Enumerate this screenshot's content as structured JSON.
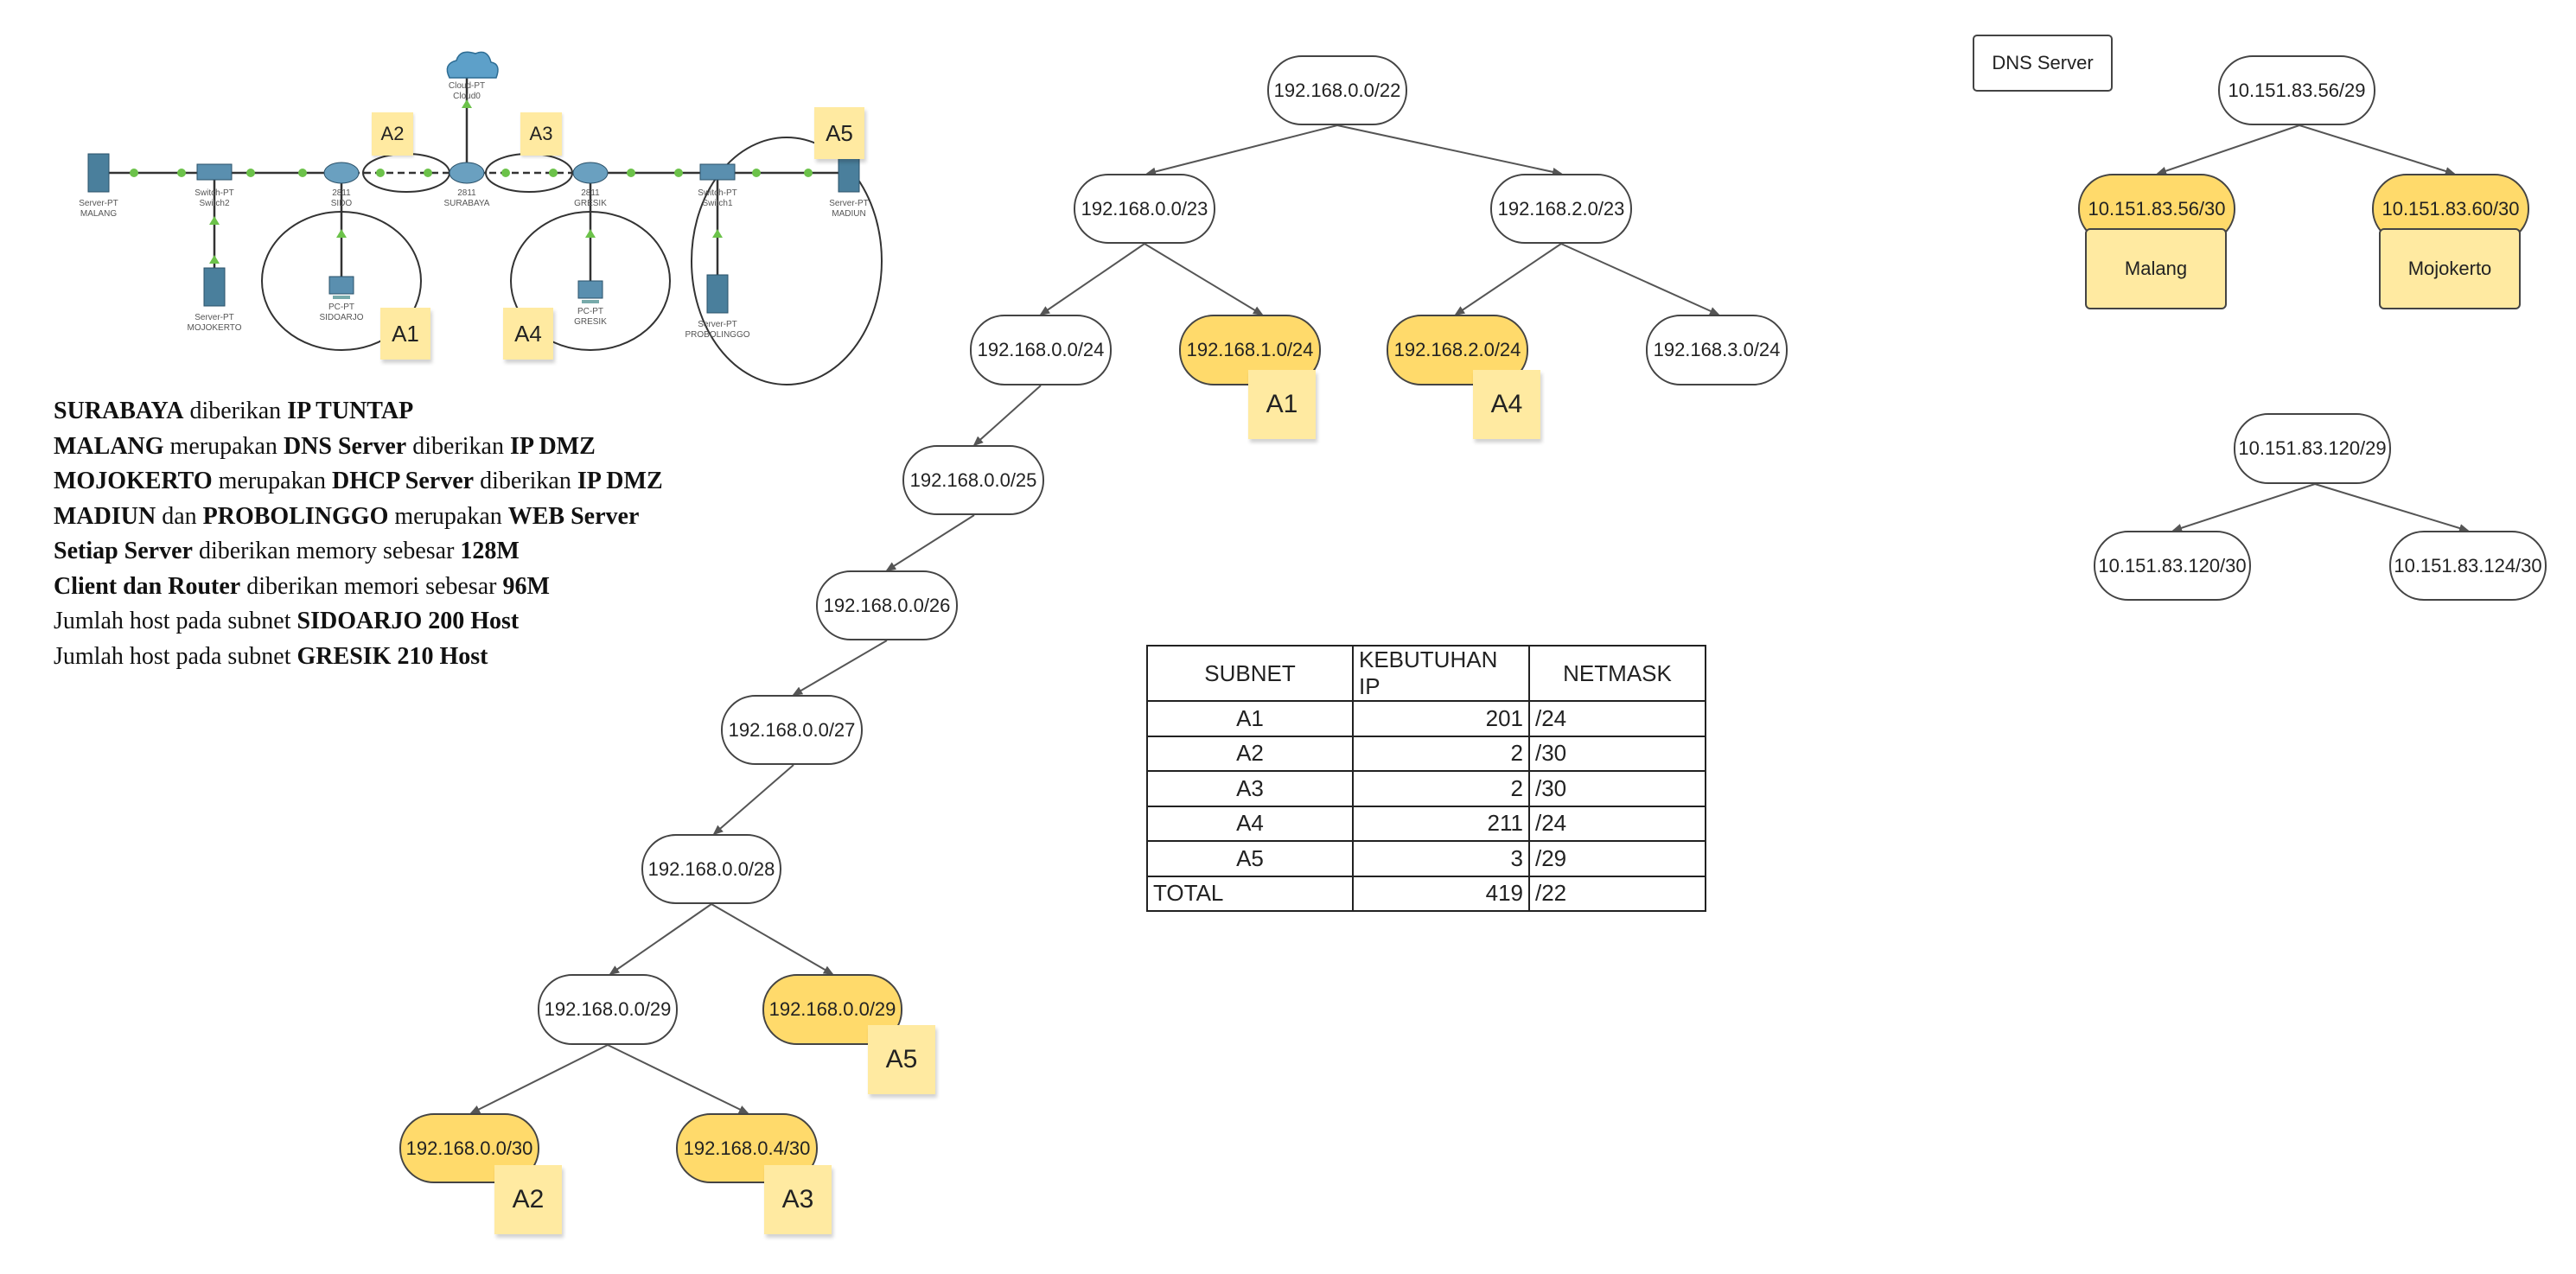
{
  "topology": {
    "devices": {
      "cloud": [
        "Cloud-PT",
        "Cloud0"
      ],
      "server_malang": [
        "Server-PT",
        "MALANG"
      ],
      "switch2": [
        "Switch-PT",
        "Switch2"
      ],
      "server_mojokerto": [
        "Server-PT",
        "MOJOKERTO"
      ],
      "router_sidoarjo": [
        "2811",
        "SIDO"
      ],
      "pc_sidoarjo": [
        "PC-PT",
        "SIDOARJO"
      ],
      "router_surabaya": [
        "2811",
        "SURABAYA"
      ],
      "router_gresik": [
        "2811",
        "GRESIK"
      ],
      "pc_gresik": [
        "PC-PT",
        "GRESIK"
      ],
      "switch1": [
        "Switch-PT",
        "Switch1"
      ],
      "server_probolinggo": [
        "Server-PT",
        "PROBOLINGGO"
      ],
      "server_madiun": [
        "Server-PT",
        "MADIUN"
      ]
    },
    "area_labels": {
      "a1": "A1",
      "a2": "A2",
      "a3": "A3",
      "a4": "A4",
      "a5": "A5"
    }
  },
  "notes": [
    {
      "parts": [
        {
          "t": "SURABAYA",
          "b": true
        },
        {
          "t": " diberikan ",
          "b": false
        },
        {
          "t": "IP TUNTAP",
          "b": true
        }
      ]
    },
    {
      "parts": [
        {
          "t": "MALANG",
          "b": true
        },
        {
          "t": " merupakan ",
          "b": false
        },
        {
          "t": "DNS Server",
          "b": true
        },
        {
          "t": " diberikan ",
          "b": false
        },
        {
          "t": "IP DMZ",
          "b": true
        }
      ]
    },
    {
      "parts": [
        {
          "t": "MOJOKERTO",
          "b": true
        },
        {
          "t": " merupakan ",
          "b": false
        },
        {
          "t": "DHCP Server",
          "b": true
        },
        {
          "t": " diberikan ",
          "b": false
        },
        {
          "t": "IP DMZ",
          "b": true
        }
      ]
    },
    {
      "parts": [
        {
          "t": "MADIUN",
          "b": true
        },
        {
          "t": " dan ",
          "b": false
        },
        {
          "t": "PROBOLINGGO",
          "b": true
        },
        {
          "t": " merupakan ",
          "b": false
        },
        {
          "t": "WEB Server",
          "b": true
        }
      ]
    },
    {
      "parts": [
        {
          "t": "Setiap Server",
          "b": true
        },
        {
          "t": " diberikan memory sebesar ",
          "b": false
        },
        {
          "t": "128M",
          "b": true
        }
      ]
    },
    {
      "parts": [
        {
          "t": "Client dan Router",
          "b": true
        },
        {
          "t": " diberikan memori sebesar ",
          "b": false
        },
        {
          "t": "96M",
          "b": true
        }
      ]
    },
    {
      "parts": [
        {
          "t": "Jumlah host pada subnet ",
          "b": false
        },
        {
          "t": "SIDOARJO 200 Host",
          "b": true
        }
      ]
    },
    {
      "parts": [
        {
          "t": "Jumlah host pada subnet ",
          "b": false
        },
        {
          "t": "GRESIK 210 Host",
          "b": true
        }
      ]
    }
  ],
  "tree": {
    "n22": "192.168.0.0/22",
    "n23a": "192.168.0.0/23",
    "n23b": "192.168.2.0/23",
    "n24a": "192.168.0.0/24",
    "n24b": "192.168.1.0/24",
    "n24c": "192.168.2.0/24",
    "n24d": "192.168.3.0/24",
    "n25": "192.168.0.0/25",
    "n26": "192.168.0.0/26",
    "n27": "192.168.0.0/27",
    "n28": "192.168.0.0/28",
    "n29a": "192.168.0.0/29",
    "n29b": "192.168.0.0/29",
    "n30a": "192.168.0.0/30",
    "n30b": "192.168.0.4/30"
  },
  "tree_stickies": {
    "a1": "A1",
    "a4": "A4",
    "a5": "A5",
    "a2": "A2",
    "a3": "A3"
  },
  "right_tree": {
    "dns_label": "DNS Server",
    "r29": "10.151.83.56/29",
    "r30a": "10.151.83.56/30",
    "r30b": "10.151.83.60/30",
    "malang": "Malang",
    "mojokerto": "Mojokerto",
    "r29b": "10.151.83.120/29",
    "r30c": "10.151.83.120/30",
    "r30d": "10.151.83.124/30"
  },
  "table": {
    "headers": [
      "SUBNET",
      "KEBUTUHAN IP",
      "NETMASK"
    ],
    "rows": [
      [
        "A1",
        "201",
        "/24"
      ],
      [
        "A2",
        "2",
        "/30"
      ],
      [
        "A3",
        "2",
        "/30"
      ],
      [
        "A4",
        "211",
        "/24"
      ],
      [
        "A5",
        "3",
        "/29"
      ],
      [
        "TOTAL",
        "419",
        "/22"
      ]
    ]
  },
  "colors": {
    "highlight": "#ffda6b",
    "sticky": "#ffeaa1",
    "line": "#555555"
  }
}
